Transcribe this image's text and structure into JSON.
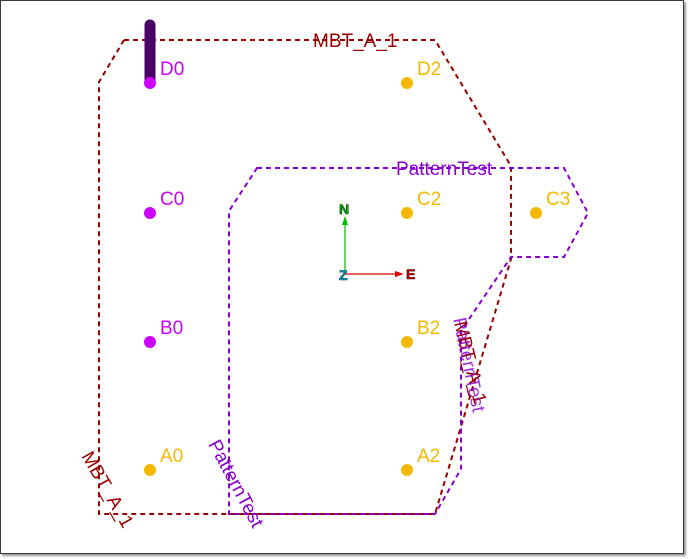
{
  "colors": {
    "mbt_outline": "#990000",
    "pattern_outline": "#8800cc",
    "selected_point": "#cc00ff",
    "point": "#f5b800",
    "highlight": "#4a0066",
    "axis_n": "#00bb00",
    "axis_e": "#dd0000",
    "axis_z": "#00aacc"
  },
  "boundaries": [
    {
      "id": "mbt-a-1",
      "label": "MBT_A_1"
    },
    {
      "id": "pattern-test",
      "label": "PatternTest"
    }
  ],
  "edge_labels": {
    "mbt_top": "MBT_A_1",
    "mbt_left": "MBT_A_1",
    "mbt_right": "MBT_A_1",
    "pattern_top": "PatternTest",
    "pattern_bottom": "PatternTest",
    "pattern_right": "PatternTest"
  },
  "points": [
    {
      "id": "D0",
      "label": "D0",
      "selected": true
    },
    {
      "id": "C0",
      "label": "C0",
      "selected": true
    },
    {
      "id": "B0",
      "label": "B0",
      "selected": true
    },
    {
      "id": "A0",
      "label": "A0",
      "selected": false
    },
    {
      "id": "D2",
      "label": "D2",
      "selected": false
    },
    {
      "id": "C2",
      "label": "C2",
      "selected": false
    },
    {
      "id": "B2",
      "label": "B2",
      "selected": false
    },
    {
      "id": "A2",
      "label": "A2",
      "selected": false
    },
    {
      "id": "C3",
      "label": "C3",
      "selected": false
    }
  ],
  "axes": {
    "north": "N",
    "east": "E",
    "up": "Z"
  }
}
